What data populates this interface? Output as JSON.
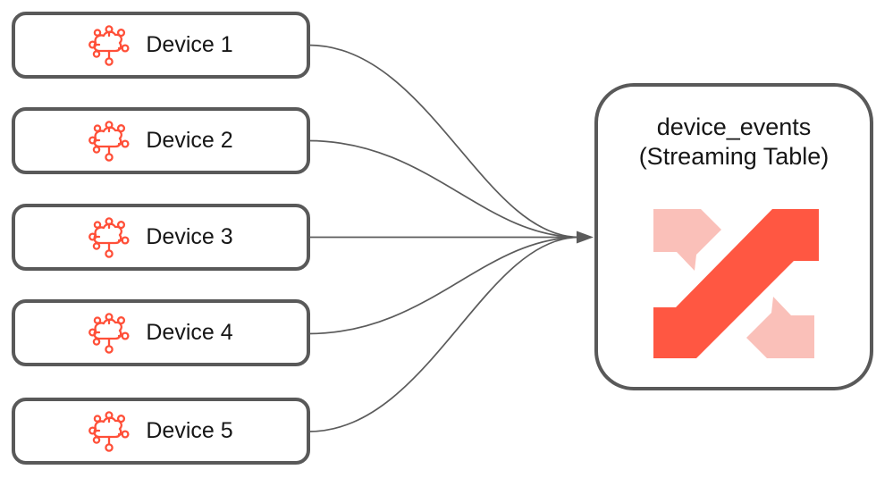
{
  "diagram": {
    "devices": [
      {
        "label": "Device 1",
        "icon": "iot-cloud-icon"
      },
      {
        "label": "Device 2",
        "icon": "iot-cloud-icon"
      },
      {
        "label": "Device 3",
        "icon": "iot-cloud-icon"
      },
      {
        "label": "Device 4",
        "icon": "iot-cloud-icon"
      },
      {
        "label": "Device 5",
        "icon": "iot-cloud-icon"
      }
    ],
    "target": {
      "title_line1": "device_events",
      "title_line2": "(Streaming Table)",
      "icon": "streaming-table-icon"
    },
    "edges": [
      {
        "from": "Device 1",
        "to": "device_events"
      },
      {
        "from": "Device 2",
        "to": "device_events"
      },
      {
        "from": "Device 3",
        "to": "device_events"
      },
      {
        "from": "Device 4",
        "to": "device_events"
      },
      {
        "from": "Device 5",
        "to": "device_events"
      }
    ],
    "colors": {
      "accent_orange": "#FF5742",
      "light_pink": "#FAC0B9",
      "device_icon_stroke": "#FF4F38",
      "node_border": "#595959",
      "connector": "#5B5B5B",
      "text": "#161616",
      "background": "#FFFFFF"
    }
  }
}
